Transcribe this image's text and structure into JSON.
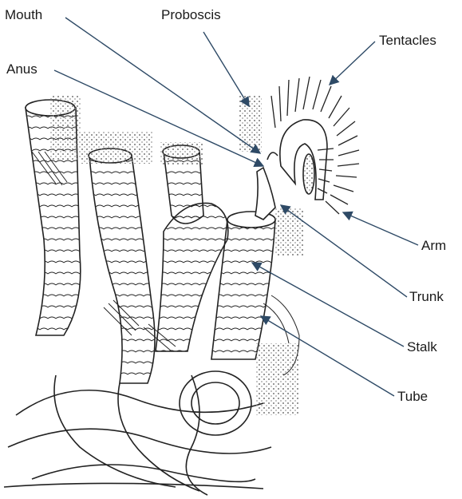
{
  "labels": {
    "mouth": "Mouth",
    "proboscis": "Proboscis",
    "tentacles": "Tentacles",
    "anus": "Anus",
    "arm": "Arm",
    "trunk": "Trunk",
    "stalk": "Stalk",
    "tube": "Tube"
  },
  "colors": {
    "leader_line": "#2e4a66",
    "drawing_ink": "#222222",
    "stipple": "#7a7a7a"
  }
}
